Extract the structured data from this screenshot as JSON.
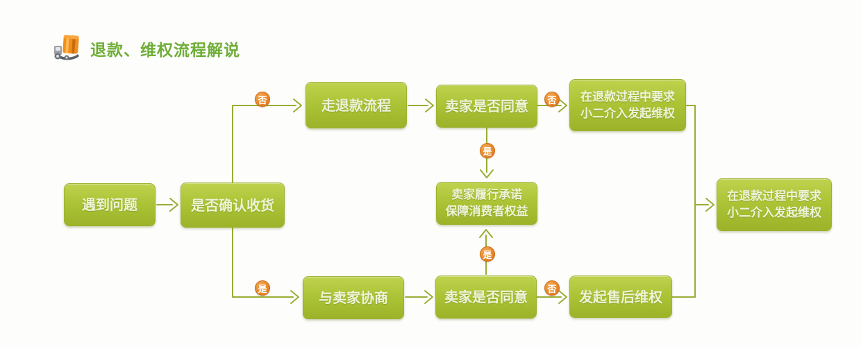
{
  "title": {
    "text": "退款、维权流程解说",
    "icon": "delivery-cart-icon"
  },
  "colors": {
    "box_top": "#bfd24e",
    "box_bottom": "#9cb32a",
    "line": "#97ae35",
    "badge": "#e68a2e",
    "title_text": "#6fae38",
    "box_text": "#edf3d6",
    "background": "#fdfdfc"
  },
  "nodes": {
    "problem": {
      "label": "遇到问题"
    },
    "confirm_receipt": {
      "label": "是否确认收货"
    },
    "refund_process": {
      "label": "走退款流程"
    },
    "seller_agree_top": {
      "label": "卖家是否同意"
    },
    "request_xiaoer_top": {
      "line1": "在退款过程中要求",
      "line2": "小二介入发起维权"
    },
    "seller_fulfill": {
      "line1": "卖家履行承诺",
      "line2": "保障消费者权益"
    },
    "negotiate_seller": {
      "label": "与卖家协商"
    },
    "seller_agree_bottom": {
      "label": "卖家是否同意"
    },
    "aftersales_rights": {
      "label": "发起售后维权"
    },
    "request_xiaoer_right": {
      "line1": "在退款过程中要求",
      "line2": "小二介入发起维权"
    }
  },
  "badges": {
    "no": "否",
    "yes": "是"
  }
}
